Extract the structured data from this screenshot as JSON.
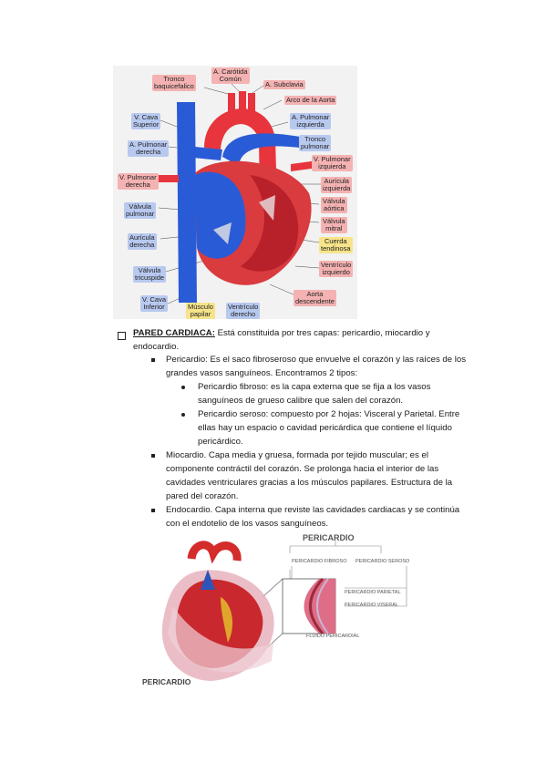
{
  "heart_diagram": {
    "labels": {
      "tronco_braquiocefalico": "Tronco\nbaquicefalico",
      "carotida": "A. Carótida\nComún",
      "subclavia": "A. Subclavia",
      "arco_aorta": "Arco de la Aorta",
      "vcava_superior": "V. Cava\nSuperior",
      "pulmonar_izquierda": "A. Pulmonar\nizquierda",
      "tronco_pulmonar": "Tronco\npulmonar",
      "pulmonar_derecha": "A. Pulmonar\nderecha",
      "vpulmonar_izquierda": "V. Pulmonar\nizquierda",
      "vpulmonar_derecha": "V. Pulmonar\nderecha",
      "auricula_izquierda": "Aurícula\nizquierda",
      "valvula_aortica": "Válvula\naórtica",
      "valvula_pulmonar": "Válvula\npulmonar",
      "valvula_mitral": "Válvula\nmitral",
      "cuerda_tendinosa": "Cuerda\ntendinosa",
      "auricula_derecha": "Aurícula\nderecha",
      "ventriculo_izquierdo": "Ventrículo\nizquierdo",
      "valvula_tricuspide": "Válvula\ntricuspide",
      "vcava_inferior": "V. Cava\nInferior",
      "musculo_papilar": "Músculo\npapilar",
      "ventriculo_derecho": "Ventrículo\nderecho",
      "aorta_descendente": "Aorta\ndescendente"
    }
  },
  "text": {
    "title": "PARED CARDIACA:",
    "intro_1": " Está constituida por tres capas: pericardio, miocardio y",
    "intro_2": "endocardio.",
    "peri_1": "Pericardio:  Es el saco fibroseroso que envuelve el corazón y las raíces de los",
    "peri_2": "grandes vasos sanguíneos. Encontramos 2 tipos:",
    "fib_1": "Pericardio fibroso: es la capa externa que se fija a los vasos",
    "fib_2": "sanguíneos de grueso calibre que salen del corazón.",
    "ser_1": "Pericardio seroso: compuesto por 2 hojas:  Visceral y Parietal. Entre",
    "ser_2": "ellas hay un espacio o cavidad pericárdica que contiene el líquido",
    "ser_3": "pericárdico.",
    "mio_1": "Miocardio. Capa media y gruesa, formada por tejido muscular; es el",
    "mio_2": "componente contráctil del corazón. Se prolonga hacia el interior de las",
    "mio_3": "cavidades ventriculares gracias a los músculos papilares. Estructura de la",
    "mio_4": "pared del corazón.",
    "endo_1": "Endocardio. Capa interna que reviste las cavidades cardiacas y se continúa",
    "endo_2": "con el endotelio de los vasos sanguíneos."
  },
  "pericardium_figure": {
    "title": "PERICARDIO",
    "fibroso": "PERICARDIO FIBROSO",
    "seroso": "PERICARDIO SEROSO",
    "parietal": "PERICARDIO PARIETAL",
    "visceral": "PERICARDIO VISERAL",
    "fluido": "FLUIDO PERICARDIAL",
    "caption": "PERICARDIO"
  },
  "colors": {
    "artery": "#e8343c",
    "vein": "#2a5bd6",
    "muscle": "#c9303a"
  }
}
